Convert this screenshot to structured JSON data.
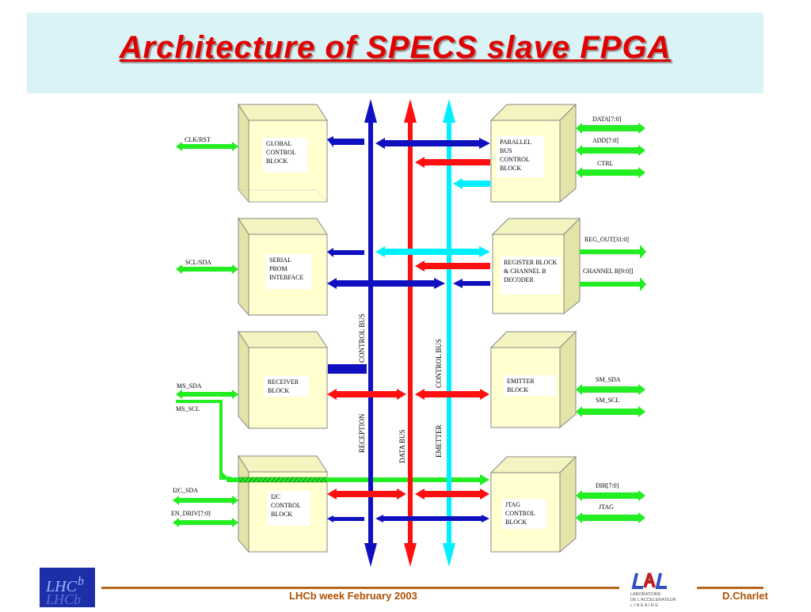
{
  "slide": {
    "title": "Architecture of SPECS slave FPGA",
    "footer_center": "LHCb week February  2003",
    "footer_right": "D.Charlet",
    "logo_left_text": "LHCb",
    "logo_right_text": "LABORATOIRE DE L'ACCELERATEUR LINEAIRE"
  },
  "colors": {
    "control_bus": "#1010c0",
    "data_bus": "#ff1010",
    "emitter_bus": "#00f0ff",
    "signal": "#22ee22",
    "block_face": "#ffffd0",
    "title": "#e00000"
  },
  "blocks": {
    "global_control": "GLOBAL CONTROL BLOCK",
    "serial_prom": "SERIAL PROM INTERFACE",
    "receiver": "RECEIVER BLOCK",
    "i2c_control": "I2C CONTROL BLOCK",
    "parallel_bus": "PARALLEL BUS CONTROL BLOCK",
    "register_block": "REGISTER BLOCK & CHANNEL B DECODER",
    "emitter": "EMITTER BLOCK",
    "jtag_control": "JTAG CONTROL BLOCK"
  },
  "signals": {
    "clk_rst": "CLK/RST",
    "scl_sda": "SCL/SDA",
    "ms_sda": "MS_SDA",
    "ms_scl": "MS_SCL",
    "i2c_sda": "I2C_SDA",
    "en_driv": "EN_DRIV[7:0]",
    "data": "DATA[7:0]",
    "add": "ADD[7:0]",
    "ctrl": "CTRL",
    "reg_out": "REG_OUT[31:0]",
    "channel_b": "CHANNEL B[9:0]]",
    "sm_sda": "SM_SDA",
    "sm_scl": "SM_SCL",
    "dir": "DIR[7:0]",
    "jtag": "JTAG"
  },
  "buses": {
    "control_bus_left": "CONTROL BUS",
    "control_bus_right": "CONTROL BUS",
    "reception": "RECEPTION",
    "data_bus": "DATA BUS",
    "emetter": "EMETTER"
  }
}
